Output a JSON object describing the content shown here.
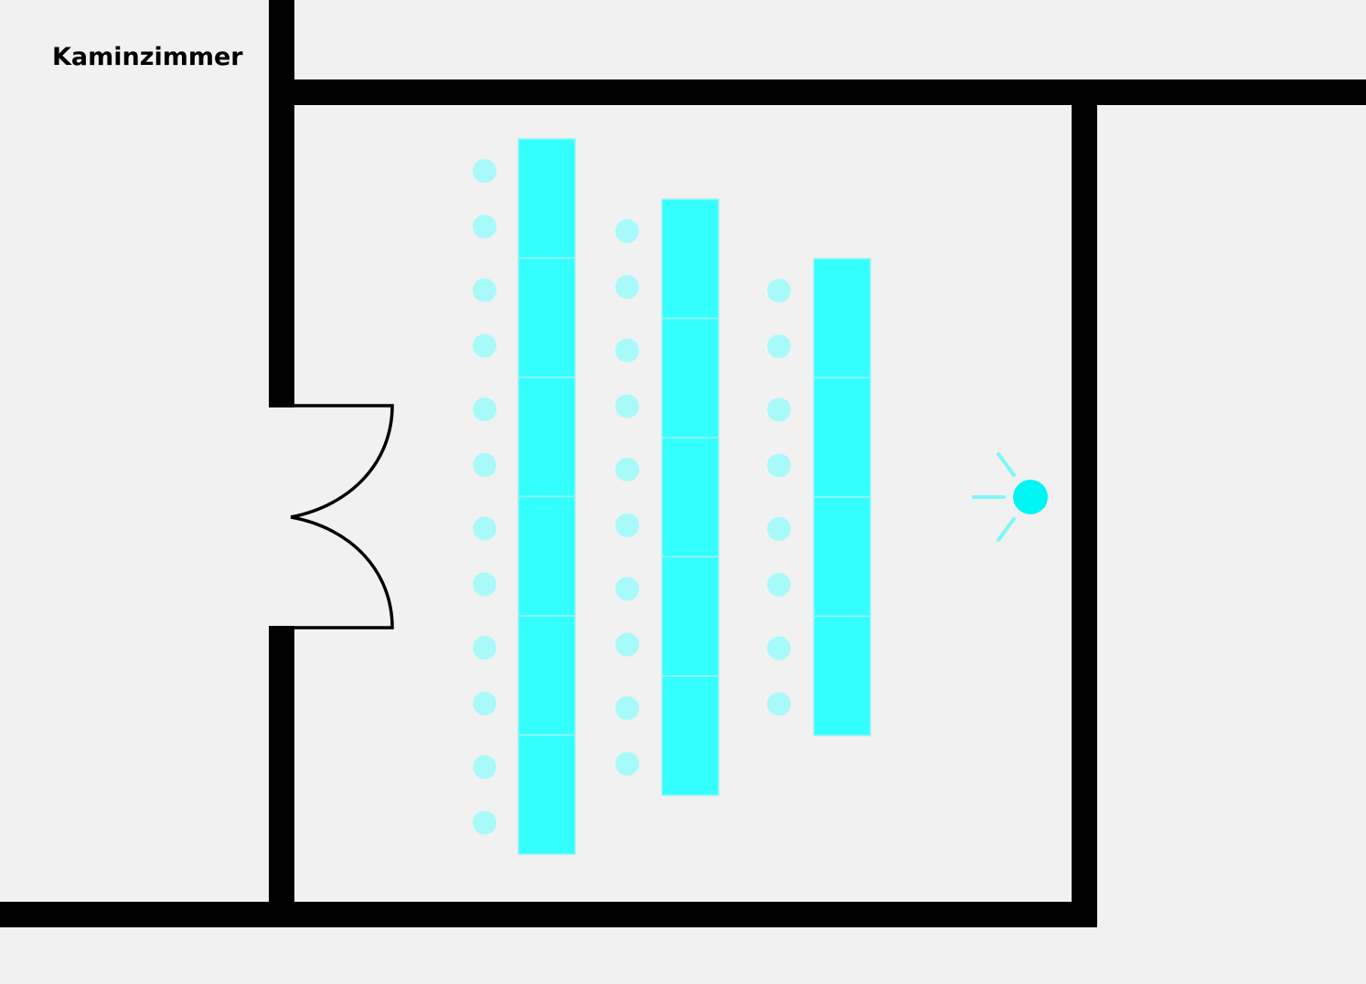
{
  "room": {
    "name": "Kaminzimmer"
  },
  "colors": {
    "background": "#f1f1f1",
    "wall": "#000000",
    "table": "#33ffff",
    "table_edge": "#9ef3f3",
    "chair": "#a8fafa",
    "speaker": "#00f5f5",
    "speaker_rays": "#7ff7f7"
  },
  "layout_summary": {
    "table_rows": [
      {
        "label": "",
        "tables": 6,
        "chairs": 12
      },
      {
        "label": "",
        "tables": 5,
        "chairs": 10
      },
      {
        "label": "",
        "tables": 4,
        "chairs": 8
      }
    ],
    "speaker_icon": "speaker-point-icon",
    "door_icon": "double-door-icon"
  }
}
